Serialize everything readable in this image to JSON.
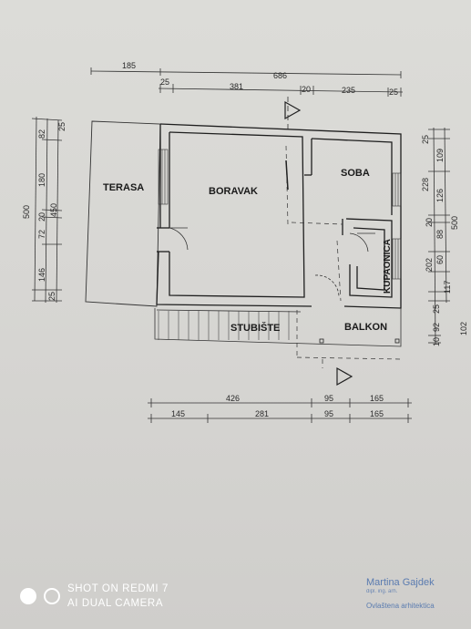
{
  "rooms": {
    "terasa": "TERASA",
    "boravak": "BORAVAK",
    "soba": "SOBA",
    "kupaonica": "KUPAONICA",
    "stubiste": "STUBIŠTE",
    "balkon": "BALKON"
  },
  "dims_top": {
    "overall_left": "185",
    "overall_right": "686",
    "seg_wall1": "25",
    "seg_boravak": "381",
    "seg_wall2": "20",
    "seg_soba": "235",
    "seg_wall3": "25"
  },
  "dims_left": {
    "outer_total": "500",
    "wall_top": "25",
    "seg_82": "82",
    "seg_180": "180",
    "seg_20": "20",
    "seg_72": "72",
    "seg_146": "146",
    "wall_bottom": "25",
    "inner_450": "450"
  },
  "dims_right": {
    "wall_top": "25",
    "seg_109": "109",
    "seg_126": "126",
    "seg_228": "228",
    "seg_20": "20",
    "seg_88": "88",
    "seg_60": "60",
    "seg_202": "202",
    "seg_117": "117",
    "wall_bottom": "25",
    "total_500": "500",
    "seg_92": "92",
    "seg_10": "10",
    "seg_102": "102"
  },
  "dims_bottom": {
    "row1_a": "426",
    "row1_b": "95",
    "row1_c": "165",
    "row2_a": "145",
    "row2_b": "281",
    "row2_c": "95",
    "row2_d": "165"
  },
  "watermark": {
    "line1": "SHOT ON REDMI 7",
    "line2": "AI DUAL CAMERA"
  },
  "stamp": {
    "name": "Martina Gajdek",
    "title": "dipl. ing. arh.",
    "role": "Ovlaštena arhitektica"
  }
}
